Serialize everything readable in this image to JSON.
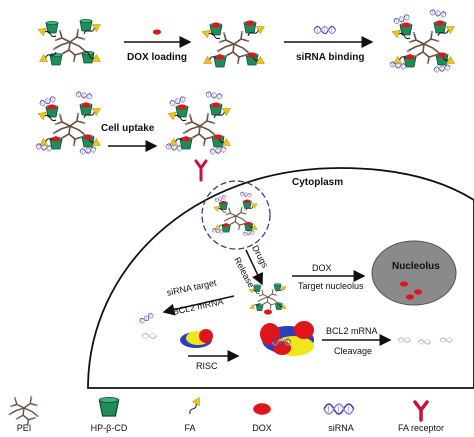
{
  "steps": {
    "dox_loading": "DOX loading",
    "sirna_binding": "siRNA binding",
    "cell_uptake": "Cell uptake"
  },
  "cell": {
    "cytoplasm": "Cytoplasm",
    "nucleolus": "Nucleolus",
    "drugs": "Drugs",
    "release": "Release",
    "dox": "DOX",
    "target_nucleolus": "Target nucleolus",
    "sirna_target": "siRNA target",
    "bcl2_mrna_left": "BCL2 mRNA",
    "risc": "RISC",
    "bcl2_mrna_right": "BCL2 mRNA",
    "cleavage": "Cleavage"
  },
  "legend": {
    "items": [
      {
        "label": "PEI",
        "icon": "pei-icon"
      },
      {
        "label": "HP-β-CD",
        "icon": "hp-beta-cd-icon"
      },
      {
        "label": "FA",
        "icon": "fa-icon"
      },
      {
        "label": "DOX",
        "icon": "dox-icon"
      },
      {
        "label": "siRNA",
        "icon": "sirna-icon"
      },
      {
        "label": "FA receptor",
        "icon": "fa-receptor-icon"
      }
    ]
  },
  "colors": {
    "dox": "#e0151b",
    "hp_cd": "#1f8c5a",
    "fa": "#f2c41a",
    "sirna": "#4a3f9c",
    "receptor": "#c8123a",
    "nucleolus": "#8a8a8a"
  }
}
